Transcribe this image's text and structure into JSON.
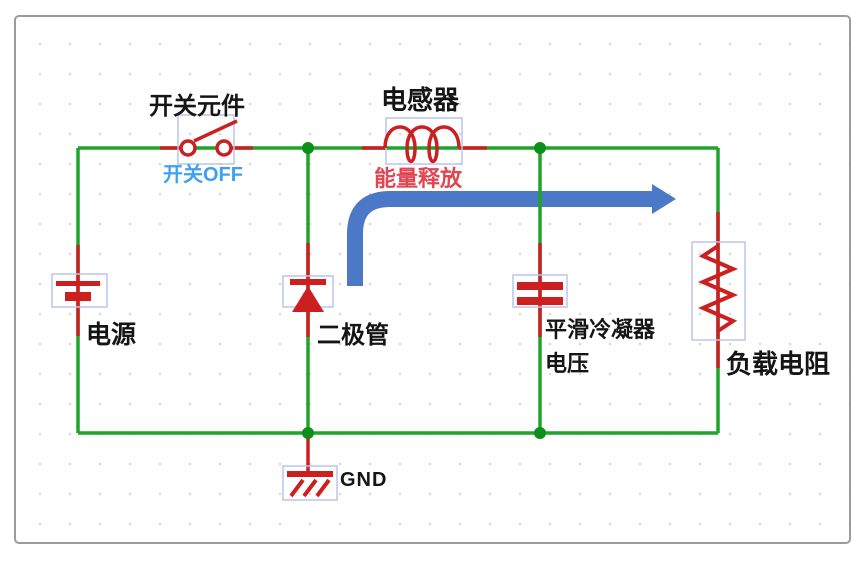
{
  "diagram": {
    "title": "switching-power-supply-freewheel-phase",
    "labels": {
      "switch_element": "开关元件",
      "switch_state": "开关OFF",
      "inductor": "电感器",
      "energy_release": "能量释放",
      "power_source": "电源",
      "diode": "二极管",
      "capacitor_line1": "平滑冷凝器",
      "capacitor_line2": "电压",
      "load_resistor": "负载电阻",
      "ground": "GND"
    },
    "colors": {
      "wire": "#1FA32A",
      "component": "#CC2020",
      "junction": "#0E8F1C",
      "arrow": "#4B79C7",
      "switch_state_text": "#3DA1F2",
      "energy_text": "#E04652",
      "label_text": "#151515",
      "selection_box": "#BCC4EA",
      "frame_border": "#9B9B9B"
    }
  }
}
